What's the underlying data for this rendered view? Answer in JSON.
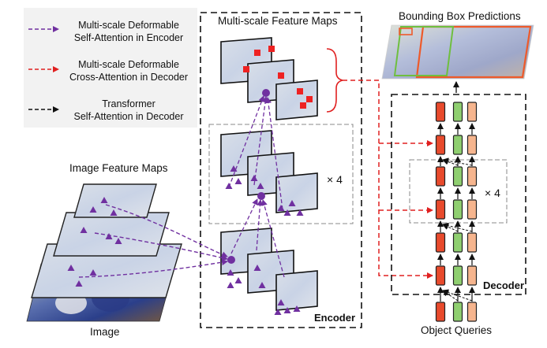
{
  "legend": {
    "encoder_attention": "Multi-scale Deformable\nSelf-Attention in Encoder",
    "cross_attention": "Multi-scale Deformable\nCross-Attention in Decoder",
    "decoder_self_attention": "Transformer\nSelf-Attention in Decoder"
  },
  "labels": {
    "image_feature_maps": "Image Feature Maps",
    "image": "Image",
    "multi_scale_feature_maps": "Multi-scale Feature Maps",
    "encoder": "Encoder",
    "bounding_box_predictions": "Bounding Box Predictions",
    "decoder": "Decoder",
    "object_queries": "Object Queries",
    "repeat_encoder": "× 4",
    "repeat_decoder": "× 4"
  },
  "colors": {
    "encoder_attention": "#7030a0",
    "cross_attention": "#e02020",
    "decoder_self_attention": "#111111",
    "query_red": "#e84a2c",
    "query_green": "#8fcf70",
    "query_orange": "#f6b58e",
    "feature_map_fill": "#e9ecef",
    "legend_bg": "#f2f2f2",
    "bbox_orange": "#ee5a2a",
    "bbox_green": "#6fbf3f"
  }
}
